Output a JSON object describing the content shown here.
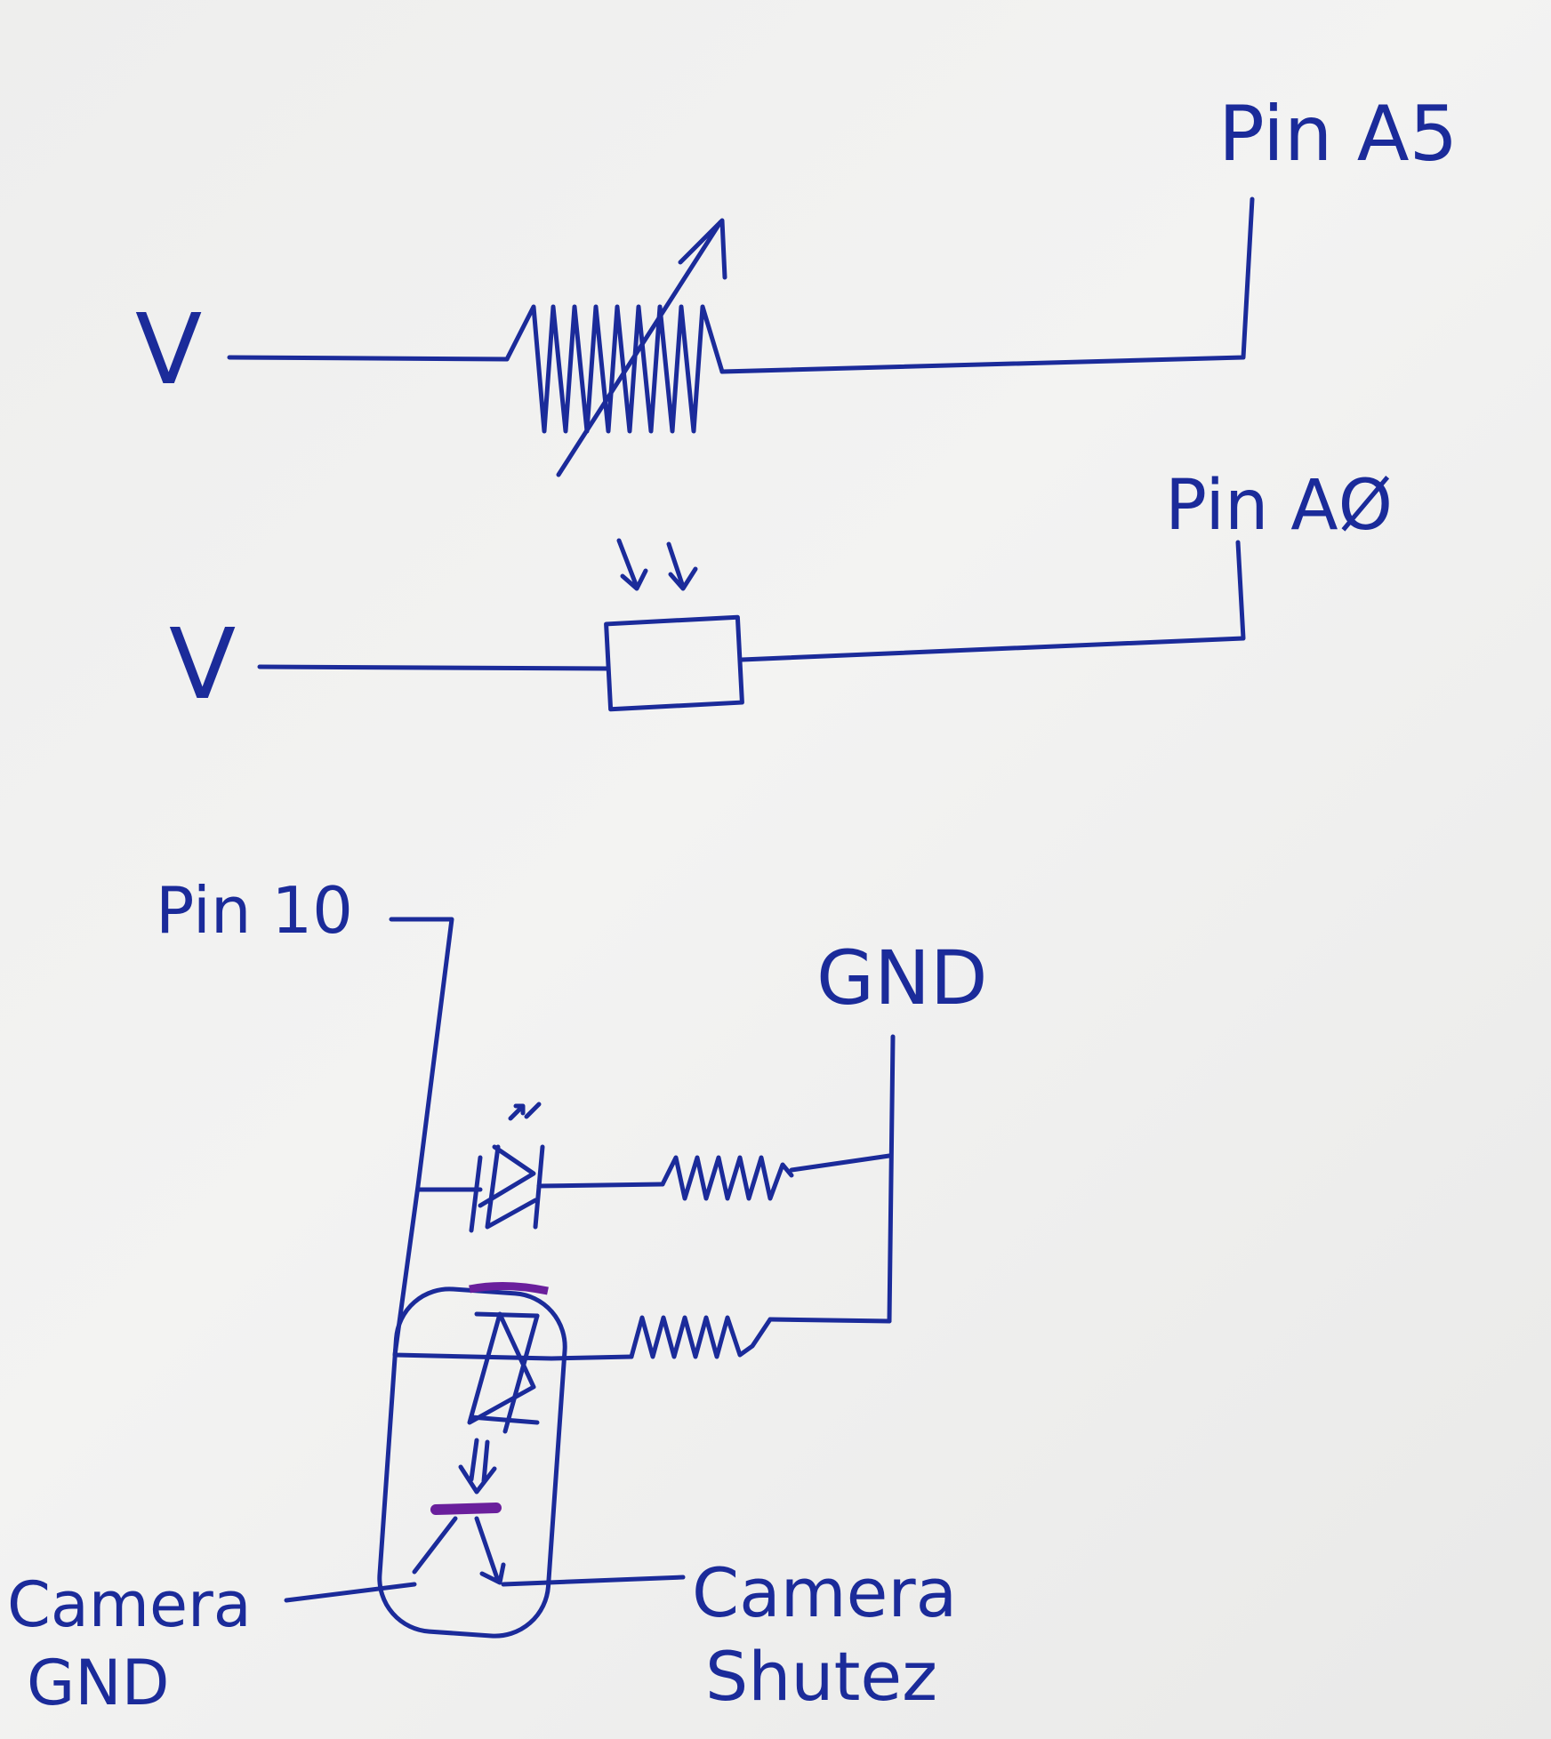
{
  "colors": {
    "ink": "#1b2b9a",
    "highlight": "#6a1f9c",
    "paper": "#efefee"
  },
  "labels": {
    "v_top": "V",
    "v_mid": "V",
    "pin_a5": "Pin A5",
    "pin_a0": "Pin AØ",
    "pin_10": "Pin 10",
    "gnd": "GND",
    "camera_gnd_line1": "Camera",
    "camera_gnd_line2": "GND",
    "camera_shutter_line1": "Camera",
    "camera_shutter_line2": "Shutez"
  }
}
